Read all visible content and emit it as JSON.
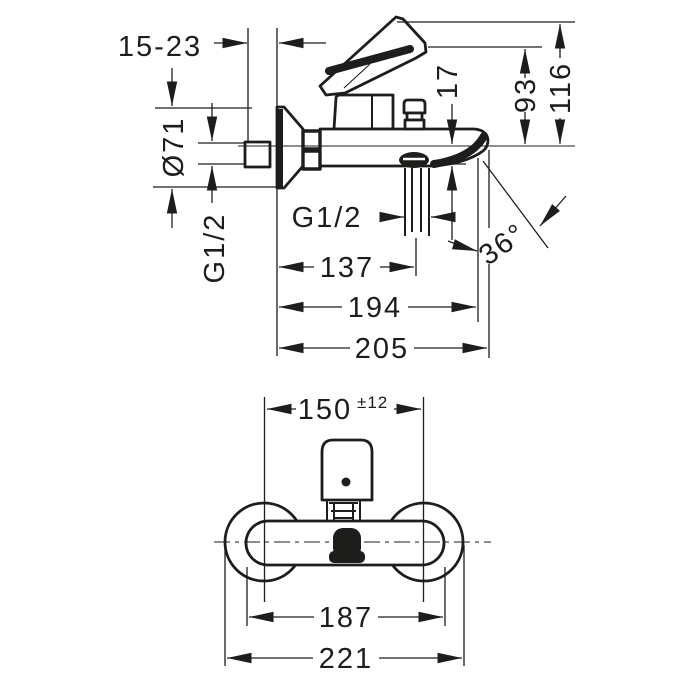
{
  "colors": {
    "ink": "#1d1d1b",
    "paper": "#ffffff"
  },
  "side_view": {
    "labels": {
      "wall_depth": "15-23",
      "escutcheon_diameter": "Ø71",
      "wall_connection_thread": "G1/2",
      "outlet_thread": "G1/2",
      "spout_outlet_drop": "17",
      "height_to_spout_plane": "93",
      "height_to_handle_tip": "116",
      "spout_angle": "36°",
      "outlet_center_distance": "137",
      "spout_reach": "194",
      "total_projection": "205"
    }
  },
  "front_view": {
    "labels": {
      "connection_distance": "150",
      "connection_tolerance": "±12",
      "body_width": "187",
      "total_width": "221"
    }
  }
}
